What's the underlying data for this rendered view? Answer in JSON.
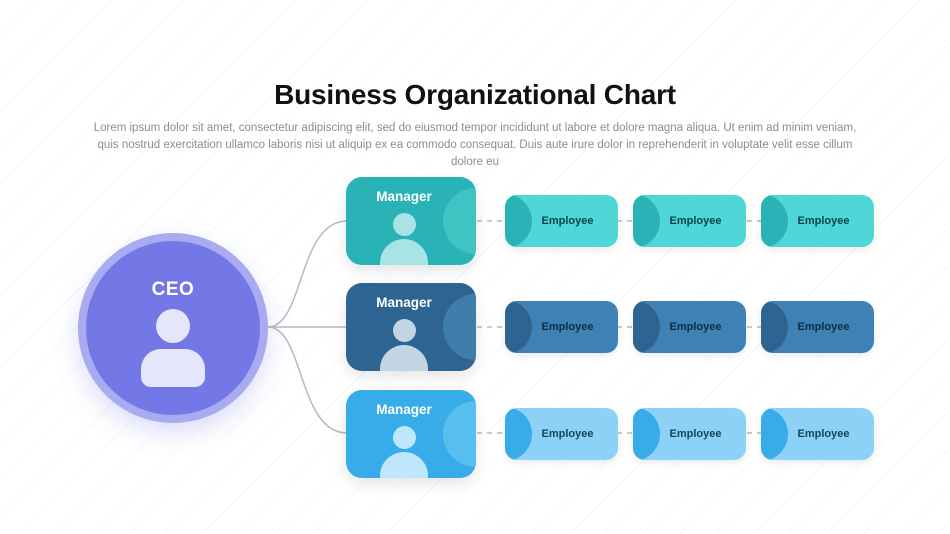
{
  "slide": {
    "title": "Business Organizational Chart",
    "subtitle": "Lorem ipsum dolor sit amet, consectetur adipiscing elit, sed do eiusmod tempor incididunt ut labore et dolore magna aliqua. Ut enim ad minim veniam, quis nostrud exercitation ullamco laboris nisi ut aliquip ex ea commodo consequat. Duis aute irure dolor in reprehenderit in voluptate velit esse cillum dolore eu"
  },
  "ceo": {
    "label": "CEO",
    "colors": {
      "halo": "#a9abf0",
      "fill": "#7478e6",
      "icon": "#e5e6fb",
      "text": "#ffffff"
    }
  },
  "rows": [
    {
      "manager_label": "Manager",
      "employee_labels": [
        "Employee",
        "Employee",
        "Employee"
      ],
      "colors": {
        "mgr-card": "#29b3b6",
        "mgr-circle": "#41c3c4",
        "mgr-icon": "#a8e3e5",
        "mgr-text": "#ffffff",
        "emp-card": "#4fd6d7",
        "emp-circle": "#29b3b6",
        "emp-text": "#0e4249"
      }
    },
    {
      "manager_label": "Manager",
      "employee_labels": [
        "Employee",
        "Employee",
        "Employee"
      ],
      "colors": {
        "mgr-card": "#2d6492",
        "mgr-circle": "#3f7dab",
        "mgr-icon": "#c1d5e2",
        "mgr-text": "#ffffff",
        "emp-card": "#3f81b4",
        "emp-circle": "#2d6492",
        "emp-text": "#0f2e44"
      }
    },
    {
      "manager_label": "Manager",
      "employee_labels": [
        "Employee",
        "Employee",
        "Employee"
      ],
      "colors": {
        "mgr-card": "#38ace9",
        "mgr-circle": "#57bfee",
        "mgr-icon": "#bfe7fb",
        "mgr-text": "#ffffff",
        "emp-card": "#8dd2f6",
        "emp-circle": "#38ace9",
        "emp-text": "#11455f"
      }
    }
  ],
  "connectors": {
    "stroke": "#b9b9b9"
  }
}
